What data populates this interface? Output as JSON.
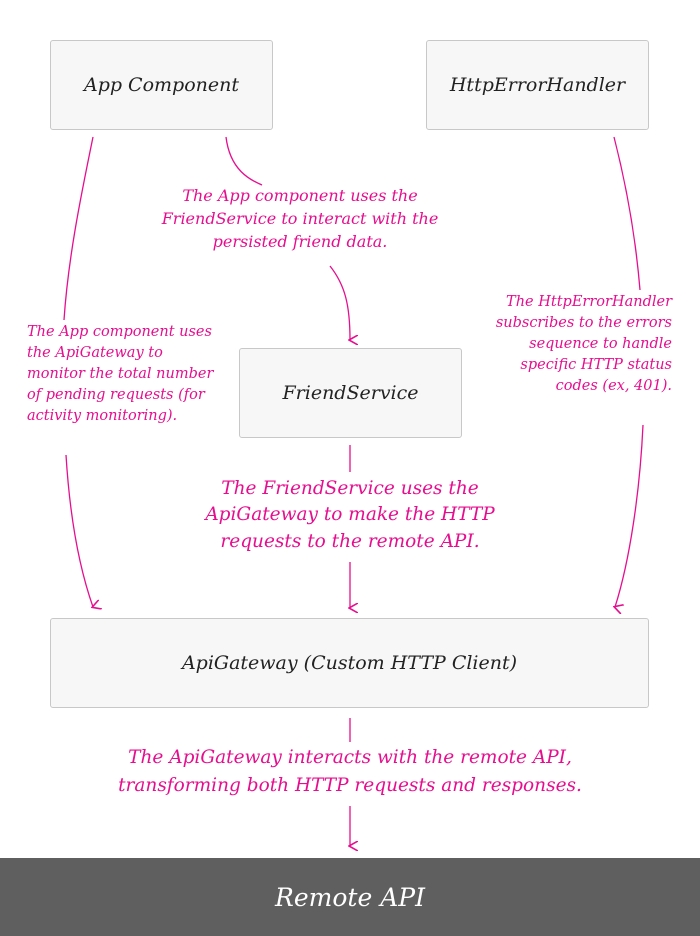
{
  "nodes": {
    "app_component": "App Component",
    "http_error_handler": "HttpErrorHandler",
    "friend_service": "FriendService",
    "api_gateway": "ApiGateway (Custom HTTP Client)",
    "remote_api": "Remote API"
  },
  "notes": {
    "app_to_friend": [
      "The App component uses the",
      "FriendService to interact with the",
      "persisted friend data."
    ],
    "app_to_gateway": [
      "The App component uses",
      "the ApiGateway to",
      "monitor the total number",
      "of pending requests (for",
      "activity monitoring)."
    ],
    "handler_to_gateway": [
      "The HttpErrorHandler",
      "subscribes to the errors",
      "sequence to handle",
      "specific HTTP status",
      "codes (ex, 401)."
    ],
    "friend_to_gateway": [
      "The FriendService uses the",
      "ApiGateway to make the HTTP",
      "requests to the remote API."
    ],
    "gateway_to_remote": [
      "The ApiGateway interacts with the remote API,",
      "transforming both HTTP requests and responses."
    ]
  },
  "colors": {
    "annotation": "#e60e8f",
    "box_fill": "#f7f7f7",
    "box_border": "#c8c8c8",
    "remote_fill": "#5f5f5f"
  }
}
